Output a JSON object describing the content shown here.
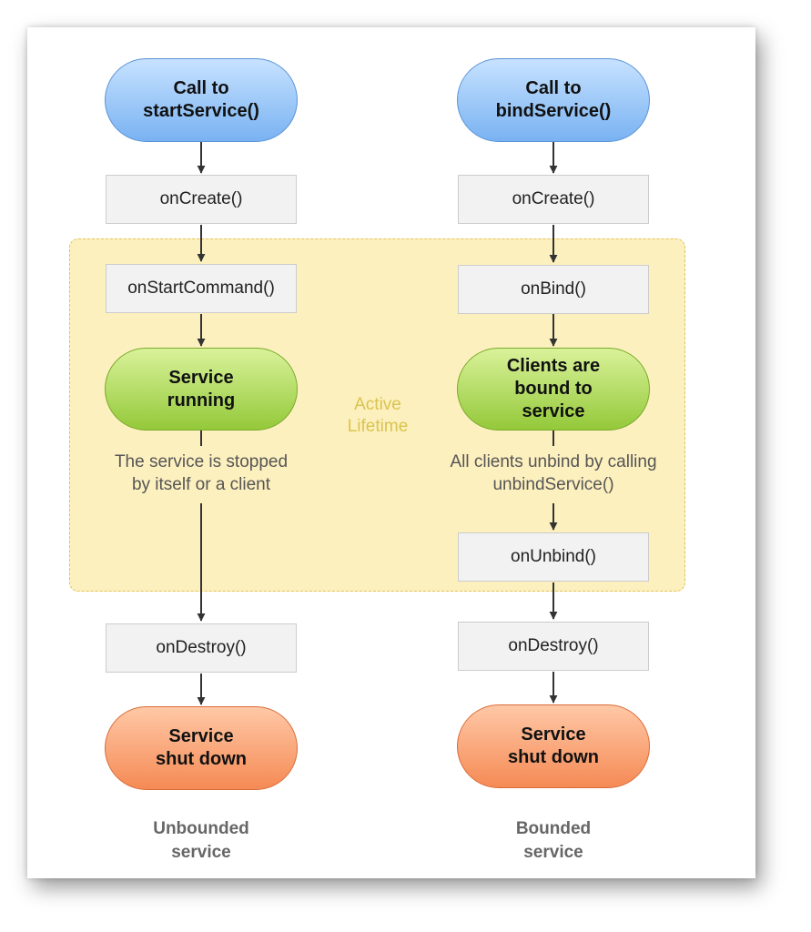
{
  "diagram": {
    "active_label": "Active\nLifetime",
    "left": {
      "start": "Call to\nstartService()",
      "on_create": "onCreate()",
      "on_start_command": "onStartCommand()",
      "running": "Service\nrunning",
      "stop_note": "The service is stopped\nby itself or a client",
      "on_destroy": "onDestroy()",
      "shut_down": "Service\nshut down",
      "caption": "Unbounded\nservice"
    },
    "right": {
      "start": "Call to\nbindService()",
      "on_create": "onCreate()",
      "on_bind": "onBind()",
      "running": "Clients are\nbound to\nservice",
      "unbind_note": "All clients unbind by calling\nunbindService()",
      "on_unbind": "onUnbind()",
      "on_destroy": "onDestroy()",
      "shut_down": "Service\nshut down",
      "caption": "Bounded\nservice"
    },
    "colors": {
      "start_pill": "#8fc0f5",
      "running_pill": "#a9d85a",
      "end_pill": "#f89a68",
      "active_region": "#fdf0bf",
      "method_box": "#f2f2f2"
    }
  }
}
